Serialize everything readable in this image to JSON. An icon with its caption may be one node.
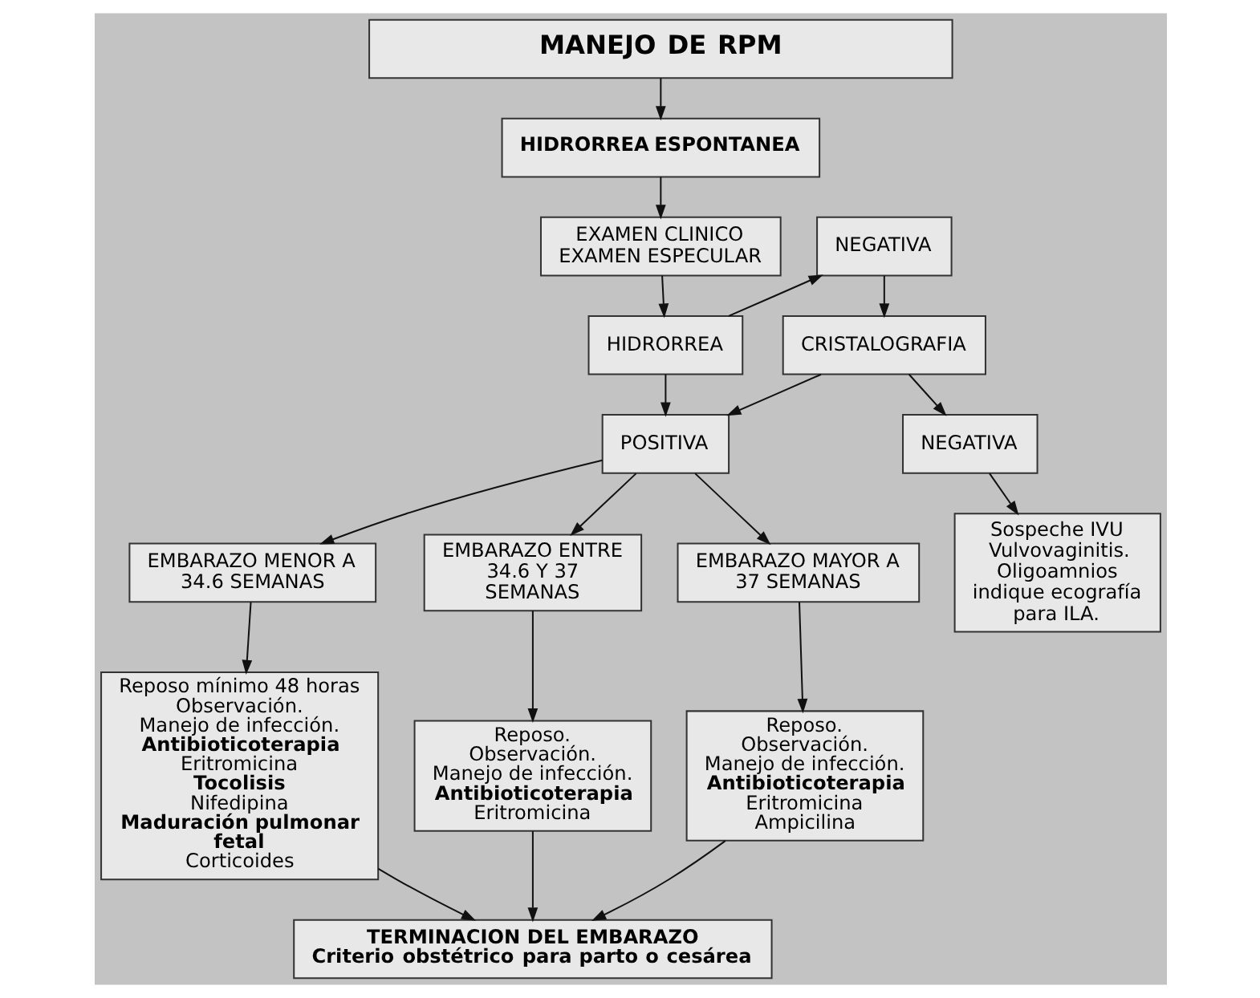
{
  "diagram": {
    "nodes": [
      {
        "text": [
          "MANEJO DE RPM"
        ]
      },
      {
        "text": [
          "HIDRORREA ESPONTANEA"
        ]
      },
      {
        "text": [
          "EXAMEN CLINICO",
          "EXAMEN ESPECULAR"
        ]
      },
      {
        "text": [
          "HIDRORREA"
        ]
      },
      {
        "text": [
          "NEGATIVA"
        ]
      },
      {
        "text": [
          "CRISTALOGRAFIA"
        ]
      },
      {
        "text": [
          "POSITIVA"
        ]
      },
      {
        "text": [
          "NEGATIVA"
        ]
      },
      {
        "text": [
          "EMBARAZO MENOR A 34.6 SEMANAS"
        ]
      },
      {
        "text": [
          "EMBARAZO ENTRE 34.6 Y 37 SEMANAS"
        ]
      },
      {
        "text": [
          "EMBARAZO MAYOR A 37 SEMANAS"
        ]
      },
      {
        "text": [
          "Sospeche IVU Vulvovaginitis. Oligoamnios indique ecografía para ILA."
        ]
      },
      {
        "text": [
          "Reposo mínimo 48 horas",
          "Observación.",
          "Manejo de infección.",
          "**Antibioticoterapia**",
          "Eritromicina",
          "**Tocolisis**",
          "Nifedipina",
          "**Maduración pulmonar fetal**",
          "Corticoides"
        ]
      },
      {
        "text": [
          "Reposo.",
          "Observación.",
          "Manejo de infección.",
          "**Antibioticoterapia**",
          "Eritromicina"
        ]
      },
      {
        "text": [
          "Reposo.",
          "Observación.",
          "Manejo de infección.",
          "**Antibioticoterapia**",
          "Eritromicina",
          "Ampicilina"
        ]
      },
      {
        "text": [
          "TERMINACION DEL EMBARAZO",
          "Criterio obstétrico para parto o cesárea"
        ]
      }
    ],
    "edges": [
      {
        "from": 0,
        "to": 1,
        "arrow": "to"
      },
      {
        "from": 1,
        "to": 2,
        "arrow": "to"
      },
      {
        "from": 2,
        "to": 3,
        "arrow": "to"
      },
      {
        "from": 3,
        "to": 6,
        "arrow": "to"
      },
      {
        "from": 3,
        "to": 4,
        "arrow": "to"
      },
      {
        "from": 4,
        "to": 5,
        "arrow": "to"
      },
      {
        "from": 5,
        "to": 6,
        "arrow": "to"
      },
      {
        "from": 5,
        "to": 7,
        "arrow": "to"
      },
      {
        "from": 7,
        "to": 11,
        "arrow": "to"
      },
      {
        "from": 6,
        "to": 8,
        "arrow": "to"
      },
      {
        "from": 6,
        "to": 9,
        "arrow": "to"
      },
      {
        "from": 6,
        "to": 10,
        "arrow": "to"
      },
      {
        "from": 8,
        "to": 12,
        "arrow": "to"
      },
      {
        "from": 9,
        "to": 13,
        "arrow": "to"
      },
      {
        "from": 10,
        "to": 14,
        "arrow": "to"
      },
      {
        "from": 12,
        "to": 15,
        "arrow": "to"
      },
      {
        "from": 13,
        "to": 15,
        "arrow": "to"
      },
      {
        "from": 14,
        "to": 15,
        "arrow": "to"
      }
    ]
  }
}
